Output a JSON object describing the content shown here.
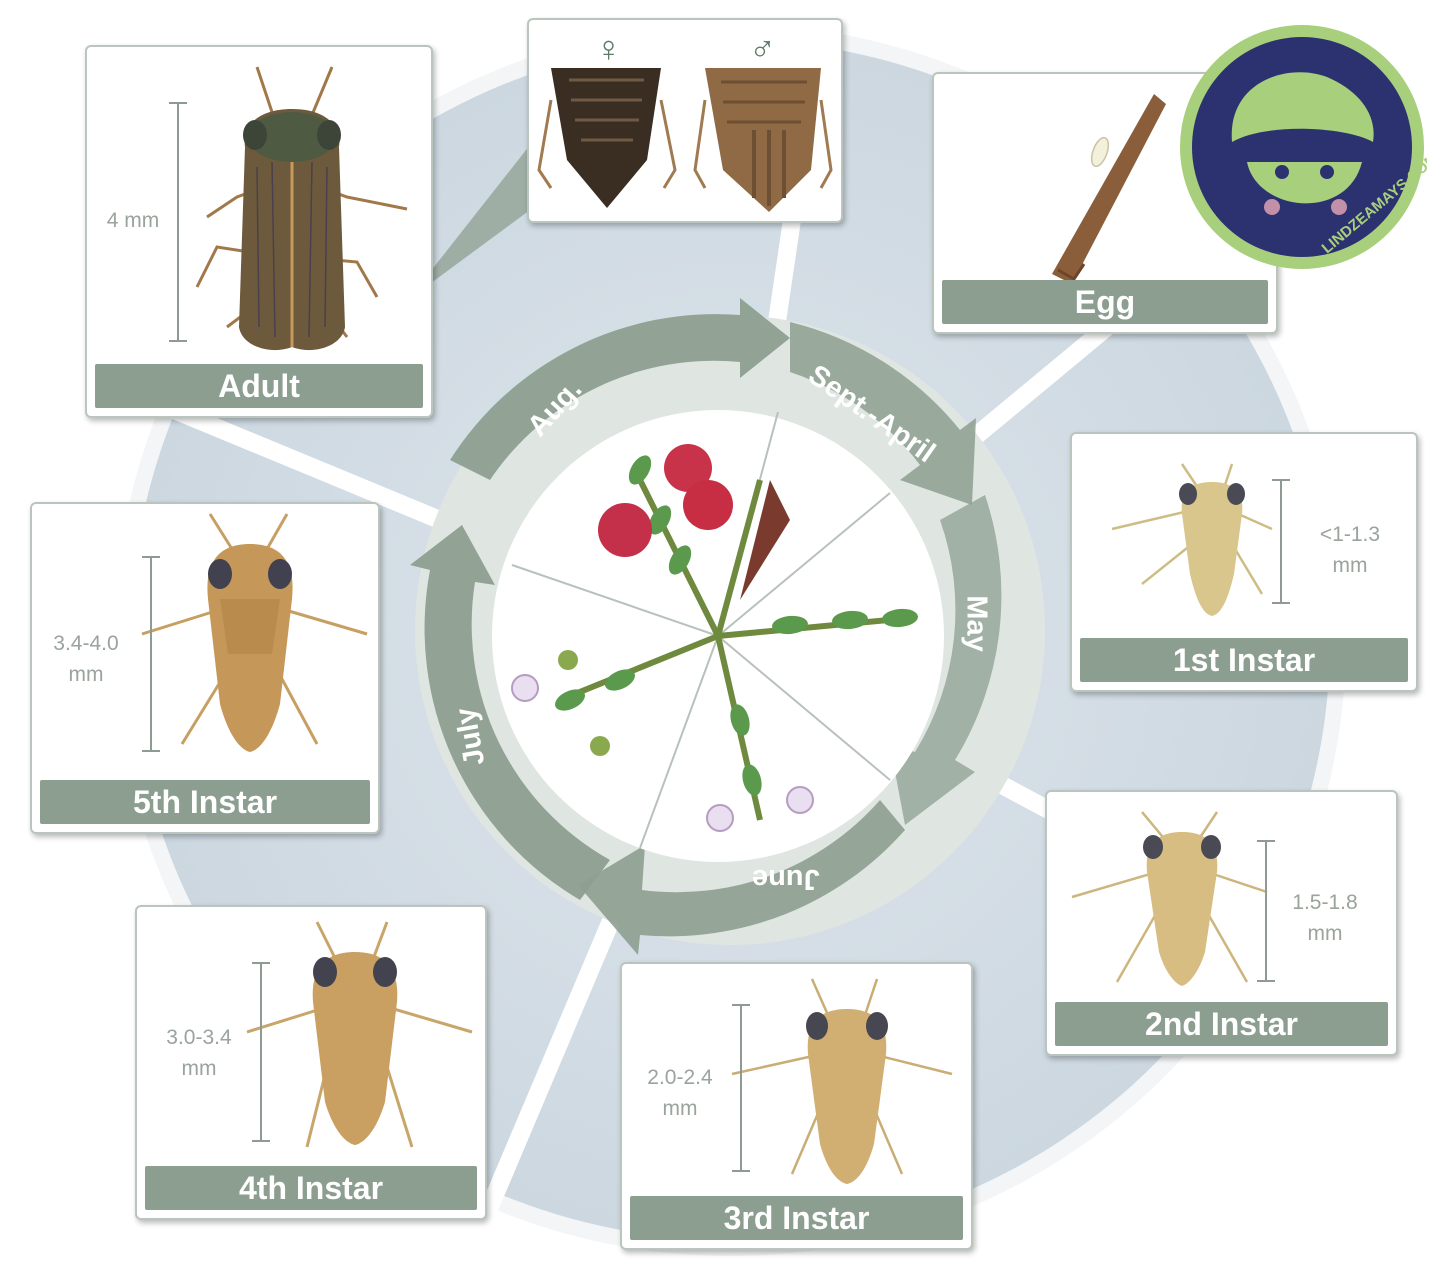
{
  "colors": {
    "background_disc": "#d6dfe6",
    "arrow_green": "#8d9f90",
    "label_green": "#8c9e90",
    "scale_gray": "#9aa39c",
    "logo_navy": "#2c3270",
    "logo_green": "#a8cf7c"
  },
  "stages": {
    "adult": {
      "label": "Adult",
      "size": "4 mm"
    },
    "egg": {
      "label": "Egg"
    },
    "instar1": {
      "label": "1st Instar",
      "size_line1": "<1-1.3",
      "size_line2": "mm"
    },
    "instar2": {
      "label": "2nd Instar",
      "size_line1": "1.5-1.8",
      "size_line2": "mm"
    },
    "instar3": {
      "label": "3rd Instar",
      "size_line1": "2.0-2.4",
      "size_line2": "mm"
    },
    "instar4": {
      "label": "4th Instar",
      "size_line1": "3.0-3.4",
      "size_line2": "mm"
    },
    "instar5": {
      "label": "5th Instar",
      "size_line1": "3.4-4.0",
      "size_line2": "mm"
    }
  },
  "sex_symbols": {
    "female": "♀",
    "male": "♂"
  },
  "months": {
    "aug": "Aug.",
    "sept_april": "Sept.-April",
    "may": "May",
    "june": "June",
    "july": "July"
  },
  "logo": {
    "text": "LINDZEAMAYS.COM"
  }
}
